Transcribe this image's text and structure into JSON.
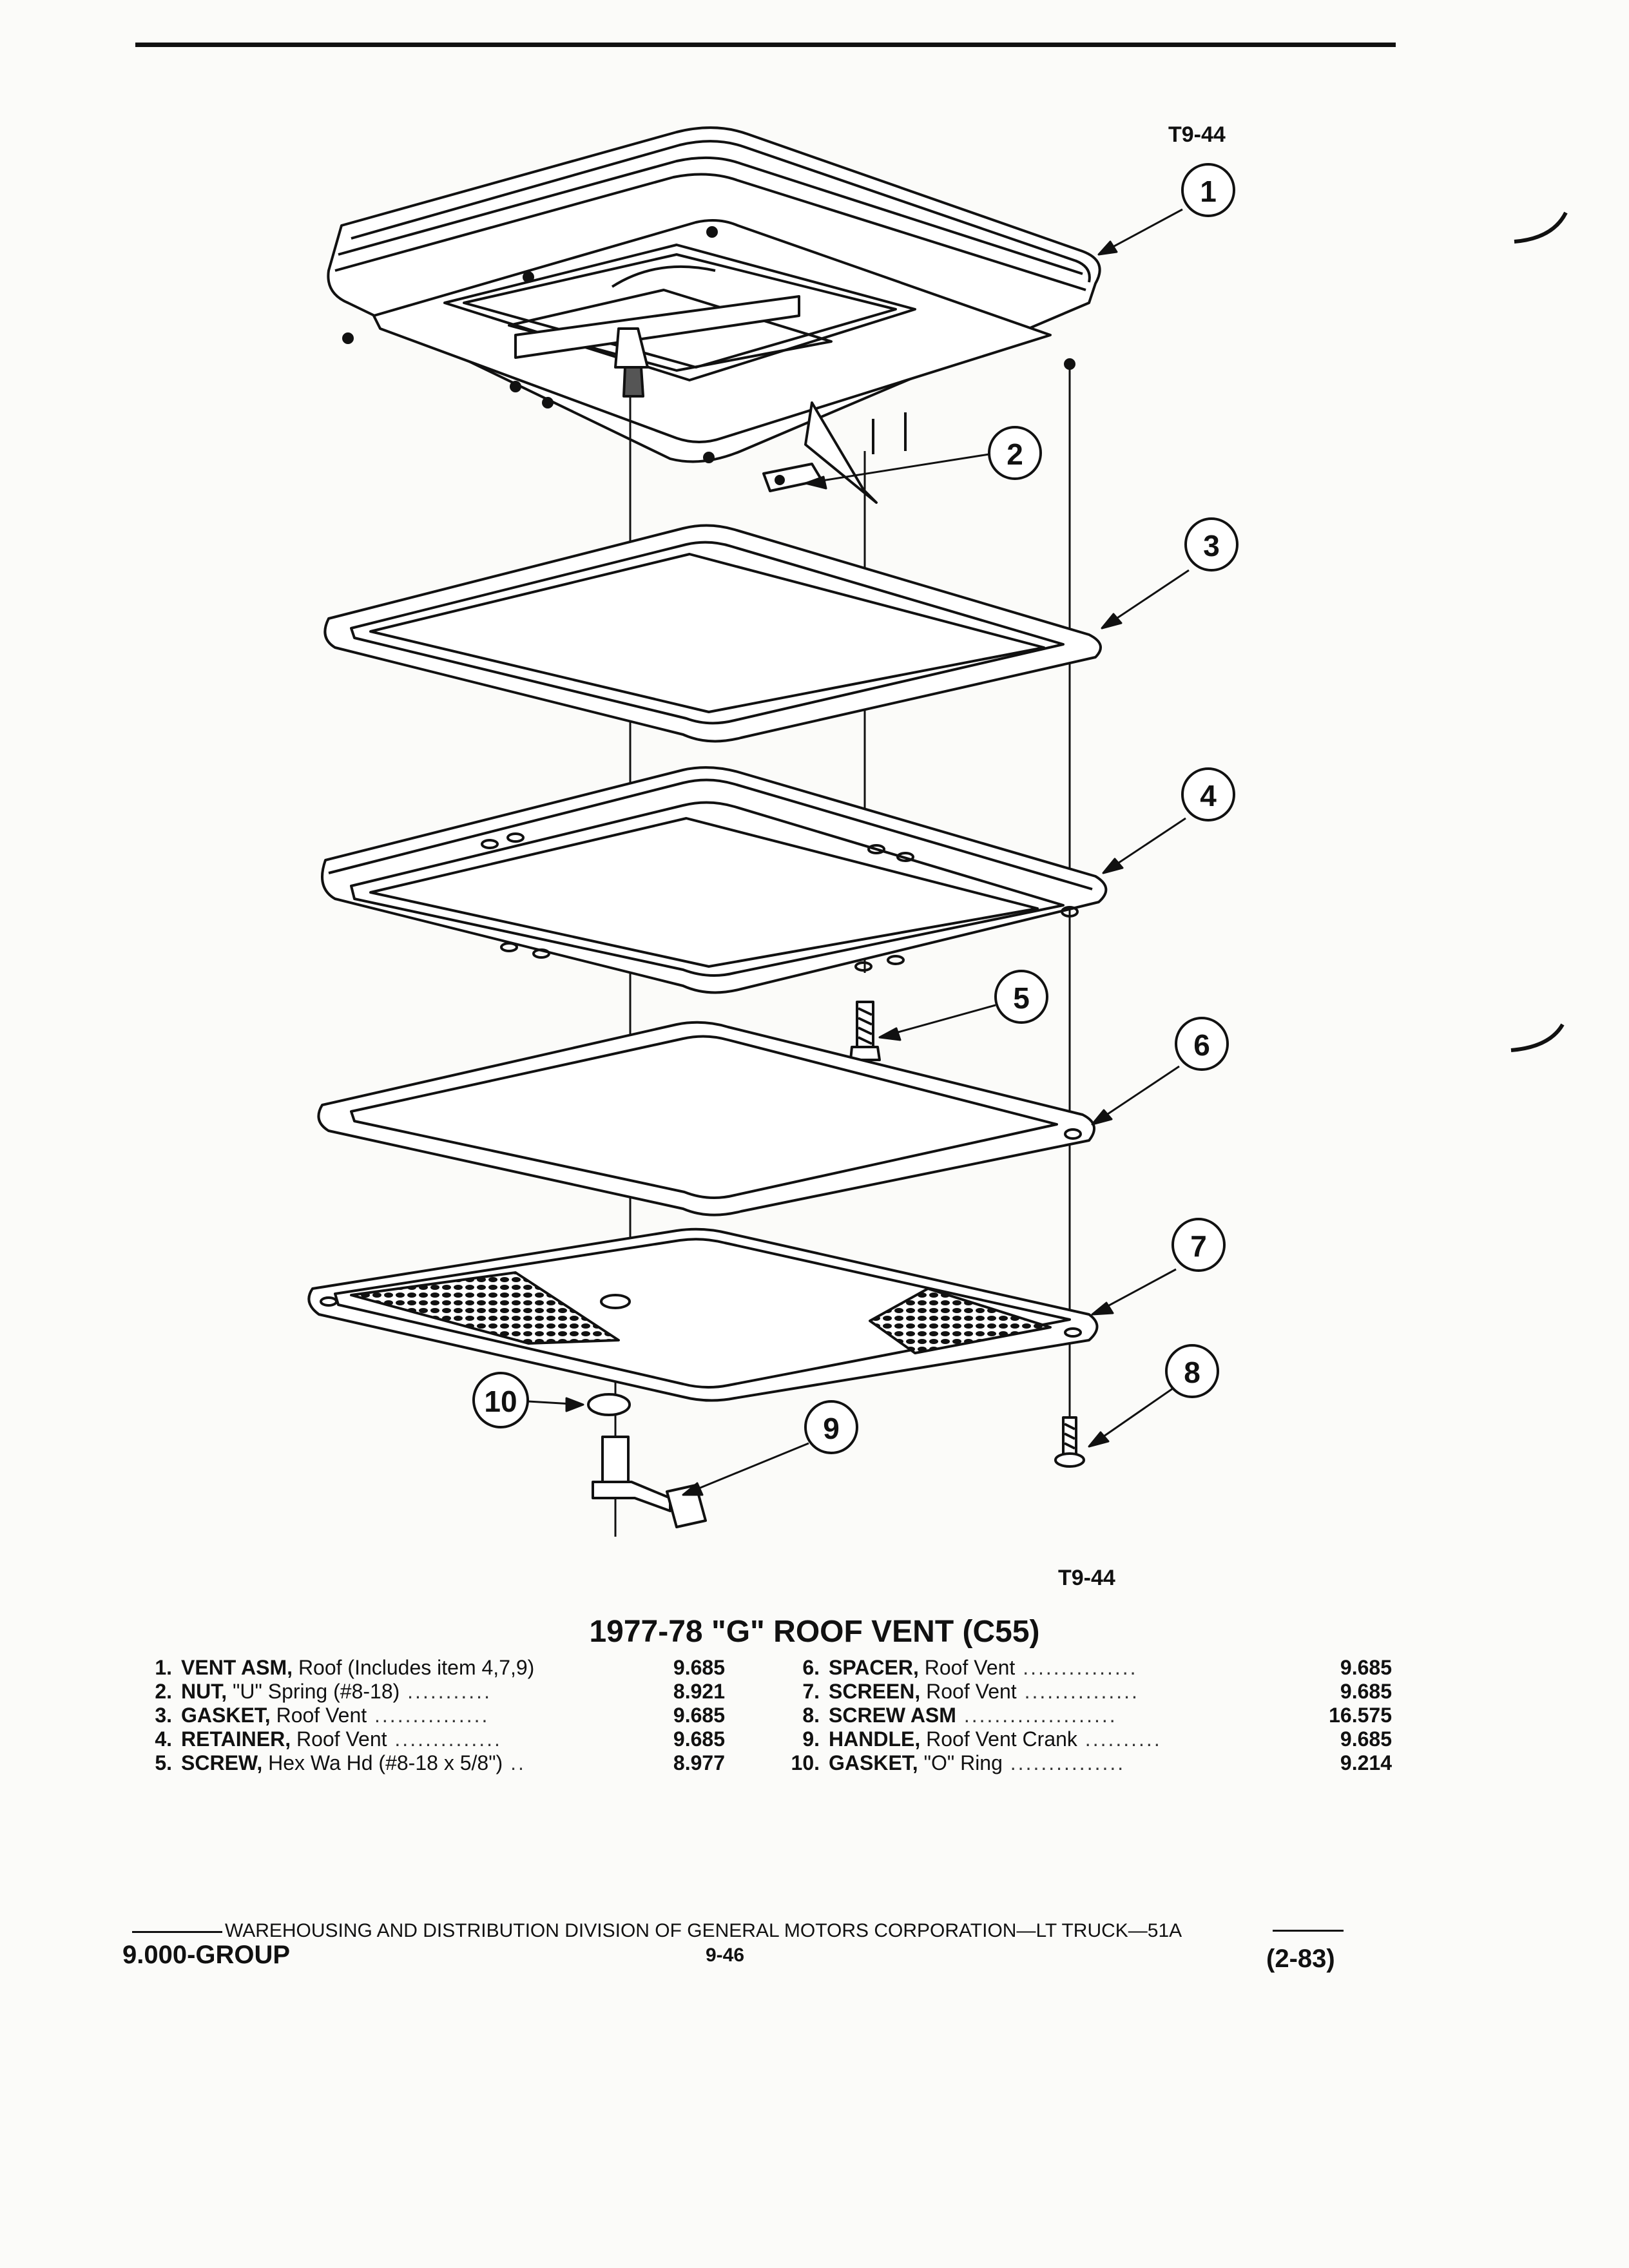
{
  "figure": {
    "id_top": "T9-44",
    "id_bottom": "T9-44"
  },
  "callouts": [
    "1",
    "2",
    "3",
    "4",
    "5",
    "6",
    "7",
    "8",
    "9",
    "10"
  ],
  "caption": "1977-78 \"G\" ROOF VENT (C55)",
  "parts_left": [
    {
      "num": "1.",
      "name": "VENT ASM,",
      "desc": " Roof (Includes item 4,7,9)",
      "dots": "",
      "group": "9.685"
    },
    {
      "num": "2.",
      "name": "NUT,",
      "desc": " \"U\" Spring (#8-18)",
      "dots": " ...........",
      "group": "8.921"
    },
    {
      "num": "3.",
      "name": "GASKET,",
      "desc": " Roof Vent",
      "dots": " ...............",
      "group": "9.685"
    },
    {
      "num": "4.",
      "name": "RETAINER,",
      "desc": " Roof Vent",
      "dots": " ..............",
      "group": "9.685"
    },
    {
      "num": "5.",
      "name": "SCREW,",
      "desc": " Hex Wa Hd (#8-18 x 5/8\")",
      "dots": " ..",
      "group": "8.977"
    }
  ],
  "parts_right": [
    {
      "num": "6.",
      "name": "SPACER,",
      "desc": " Roof Vent",
      "dots": " ...............",
      "group": "9.685"
    },
    {
      "num": "7.",
      "name": "SCREEN,",
      "desc": " Roof Vent",
      "dots": " ...............",
      "group": "9.685"
    },
    {
      "num": "8.",
      "name": "SCREW ASM",
      "desc": "",
      "dots": " ....................",
      "group": "16.575"
    },
    {
      "num": "9.",
      "name": "HANDLE,",
      "desc": " Roof Vent Crank",
      "dots": " ..........",
      "group": "9.685"
    },
    {
      "num": "10.",
      "name": "GASKET,",
      "desc": " \"O\" Ring",
      "dots": " ...............",
      "group": "9.214"
    }
  ],
  "footer": {
    "line": "WAREHOUSING AND DISTRIBUTION  DIVISION OF GENERAL MOTORS CORPORATION—LT TRUCK—51A",
    "group": "9.000-GROUP",
    "page": "9-46",
    "date": "(2-83)"
  }
}
